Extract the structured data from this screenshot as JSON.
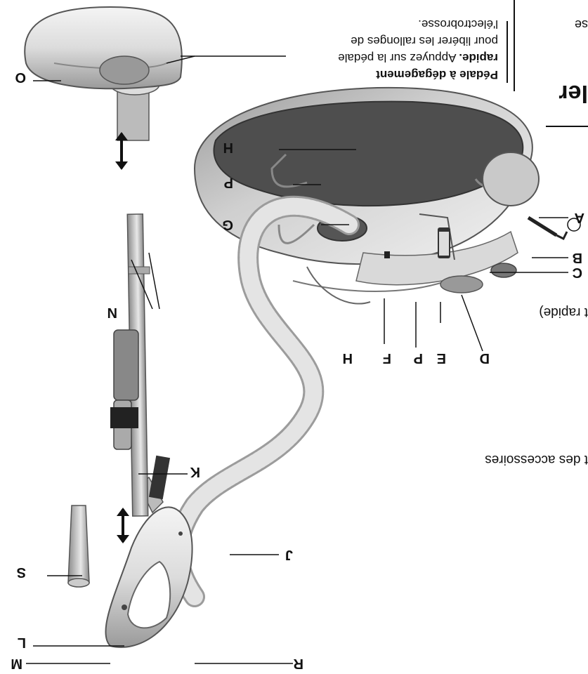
{
  "labels": {
    "A": "A",
    "B": "B",
    "C": "C",
    "D": "D",
    "E": "E",
    "F": "F",
    "G": "G",
    "H1": "H",
    "H2": "H",
    "J": "J",
    "K": "K",
    "L": "L",
    "M": "M",
    "N": "N",
    "O": "O",
    "P1": "P",
    "P2": "P",
    "R": "R",
    "S": "S"
  },
  "heading_fragment": "ler",
  "text_fragments": {
    "se": "se",
    "rapide": "t rapide)",
    "accessoires": "t des accessoires"
  },
  "callout": {
    "title": "Pédale à dégagement",
    "title_2": "rapide.",
    "line1": "Appuyez sur la pédale",
    "line2": "pour libérer les rallonges de",
    "line3": "l'électrobrosse."
  },
  "colors": {
    "line": "#111111",
    "body_light": "#e6e6e6",
    "body_mid": "#bdbdbd",
    "body_dark": "#6d6d6d",
    "dark_panel": "#4a4a4a",
    "hose": "#d9d9d9"
  }
}
